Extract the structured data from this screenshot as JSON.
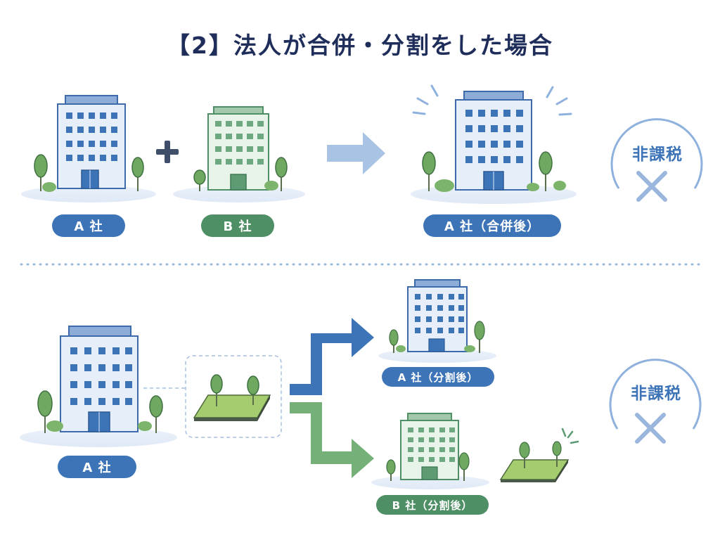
{
  "title": "【2】法人が合併・分割をした場合",
  "merger": {
    "company_a": "A 社",
    "company_b": "B 社",
    "result": "A 社（合併後）",
    "tax_label": "非課税"
  },
  "split": {
    "company_a": "A 社",
    "result_a": "A 社（分割後）",
    "result_b": "B 社（分割後）",
    "tax_label": "非課税"
  },
  "colors": {
    "blue": "#3d74b8",
    "green": "#4f8f66",
    "title": "#1e2d5a",
    "circle": "#8fb1de",
    "cross": "#9ab6dc"
  }
}
